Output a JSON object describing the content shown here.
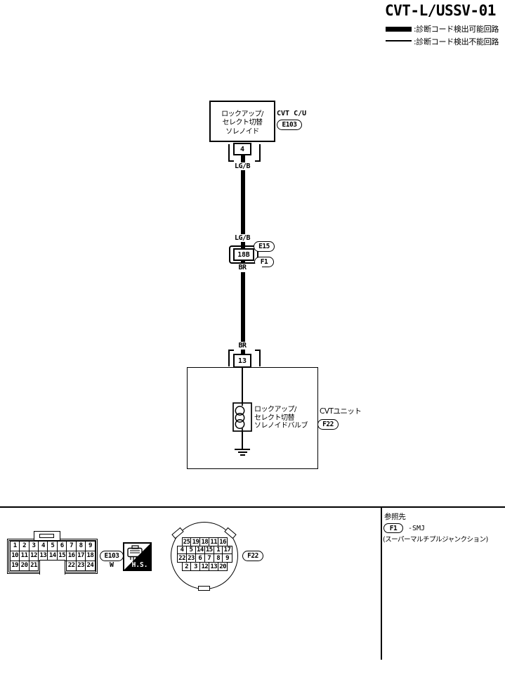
{
  "page": {
    "title": "CVT-L/USSV-01"
  },
  "legend": {
    "thick_label": ":診断コード検出可能回路",
    "thin_label": ":診断コード検出不能回路"
  },
  "diagram": {
    "cvt_cu": {
      "line1": "ロックアップ/",
      "line2": "セレクト切替",
      "line3": "ソレノイド",
      "unit": "CVT C/U",
      "ref": "E103",
      "pin": "4"
    },
    "wires": {
      "lgb_upper": "LG/B",
      "lgb_lower": "LG/B",
      "br_upper": "BR",
      "br_lower": "BR"
    },
    "junction": {
      "id": "18B",
      "ref_top": "E15",
      "ref_bottom": "F1"
    },
    "cvt_unit": {
      "pin": "13",
      "line1": "ロックアップ/",
      "line2": "セレクト切替",
      "line3": "ソレノイドバルブ",
      "unit": "CVTユニット",
      "ref": "F22"
    }
  },
  "footer": {
    "e103": {
      "ref": "E103",
      "color": "W",
      "rows": [
        [
          "1",
          "2",
          "3",
          "4",
          "5",
          "6",
          "7",
          "8",
          "9"
        ],
        [
          "10",
          "11",
          "12",
          "13",
          "14",
          "15",
          "16",
          "17",
          "18"
        ],
        [
          "19",
          "20",
          "21",
          "",
          "",
          "",
          "22",
          "23",
          "24"
        ]
      ]
    },
    "hs": "H.S.",
    "f22": {
      "ref": "F22",
      "rows": [
        [
          "25",
          "19",
          "18",
          "11",
          "16"
        ],
        [
          "4",
          "5",
          "14",
          "15",
          "1",
          "17"
        ],
        [
          "22",
          "23",
          "6",
          "7",
          "8",
          "9"
        ],
        [
          "2",
          "3",
          "12",
          "13",
          "20"
        ]
      ]
    },
    "reference": {
      "heading": "参照先",
      "ref": "F1",
      "suffix": "-SMJ",
      "note": "(スーパーマルチプルジャンクション)"
    }
  }
}
